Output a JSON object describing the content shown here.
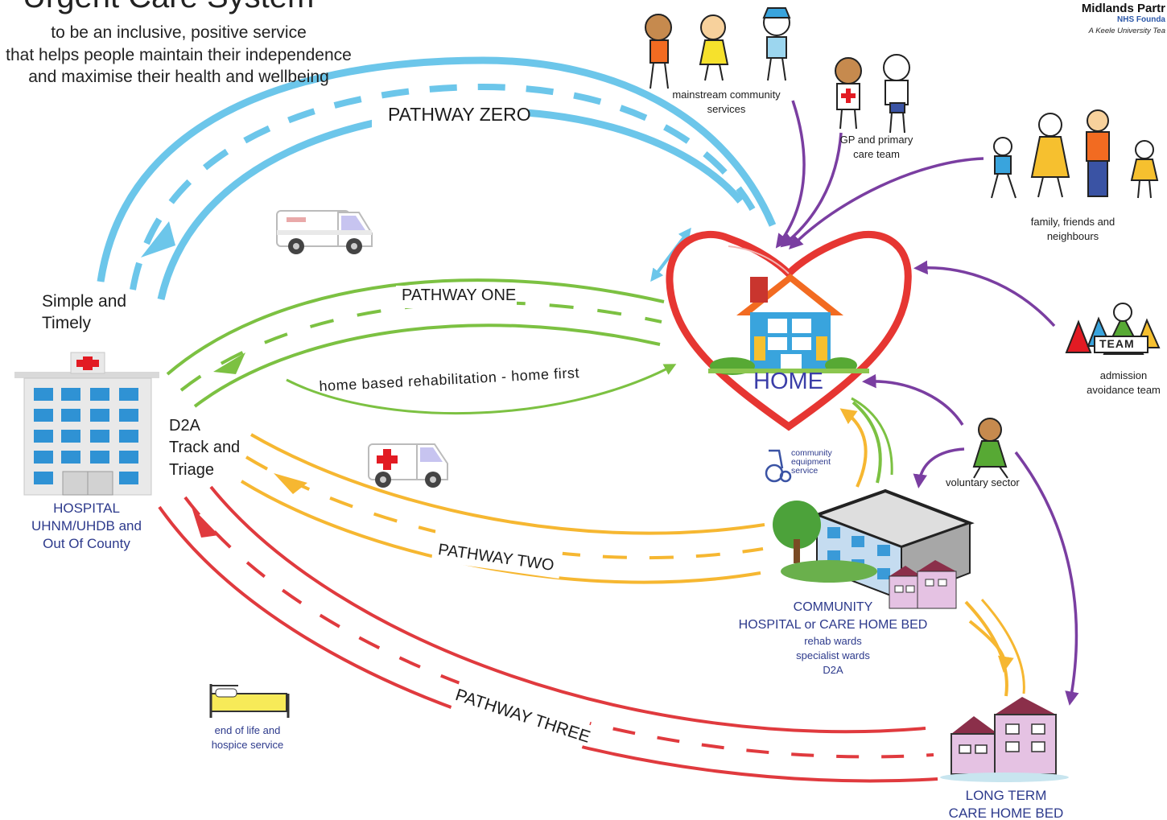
{
  "header": {
    "title": "Urgent Care System",
    "subtitle_lines": [
      "to be an inclusive, positive service",
      "that helps people maintain their independence",
      "and maximise their health and wellbeing"
    ]
  },
  "branding": {
    "org_name": "Midlands Partr",
    "org_sub": "NHS Founda",
    "org_tag": "A Keele University Tea"
  },
  "pathways": {
    "zero": "PATHWAY ZERO",
    "one": "PATHWAY ONE",
    "two": "PATHWAY TWO",
    "three": "PATHWAY THREE",
    "rehab_tagline": "home based rehabilitation - home first"
  },
  "routes": {
    "simple_line1": "Simple and",
    "simple_line2": "Timely",
    "d2a_line1": "D2A",
    "d2a_line2": "Track and",
    "d2a_line3": "Triage"
  },
  "hospital": {
    "line1": "HOSPITAL",
    "line2": "UHNM/UHDB and",
    "line3": "Out Of County"
  },
  "home": {
    "label": "HOME"
  },
  "community_hospital": {
    "line1": "COMMUNITY",
    "line2": "HOSPITAL or CARE HOME BED",
    "line3": "rehab wards",
    "line4": "specialist wards",
    "line5": "D2A"
  },
  "long_term": {
    "line1": "LONG TERM",
    "line2": "CARE HOME BED"
  },
  "services": {
    "mainstream_line1": "mainstream community",
    "mainstream_line2": "services",
    "gp_line1": "GP and primary",
    "gp_line2": "care team",
    "family_line1": "family, friends and",
    "family_line2": "neighbours",
    "admission_line1": "admission",
    "admission_line2": "avoidance team",
    "team_badge": "TEAM",
    "voluntary": "voluntary sector",
    "equipment_line1": "community",
    "equipment_line2": "equipment",
    "equipment_line3": "service",
    "eol_line1": "end of life and",
    "eol_line2": "hospice service"
  },
  "colors": {
    "pathway_zero": "#6cc6ea",
    "pathway_one": "#7cc142",
    "pathway_two": "#f6b731",
    "pathway_three": "#e03a3e",
    "support_arrows": "#7a3ea1",
    "heart": "#e63632",
    "label_navy": "#2d3a8c"
  }
}
